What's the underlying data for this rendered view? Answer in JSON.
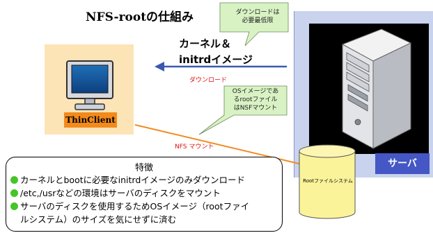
{
  "title": "NFS-rootの仕組み",
  "arrow_label": [
    "カーネル＆",
    "initrdイメージ"
  ],
  "download_label": "ダウンロード",
  "nfs_label": "NFS マウント",
  "callout_download": [
    "ダウンロードは",
    "必要最低限"
  ],
  "callout_os": [
    "OSイメージであ",
    "るrootファイル",
    "はNSFマウント"
  ],
  "client": {
    "label": "ThinClient",
    "icon": "monitor-icon"
  },
  "server": {
    "label": "サーバ",
    "icon": "server-tower-icon"
  },
  "storage": {
    "label": "Rootファイルシステム",
    "icon": "database-cylinder-icon"
  },
  "features": {
    "title": "特徴",
    "items": [
      "カーネルとbootに必要なinitrdイメージのみダウンロード",
      "/etc,/usrなどの環境はサーバのディスクをマウント",
      "サーバのディスクを使用するためOSイメージ（rootファイ",
      "ルシステム）のサイズを気にせずに済む"
    ]
  },
  "colors": {
    "client_bg": "#fde4b6",
    "client_label_bg": "#f28a1c",
    "server_bg": "#c9d3ee",
    "server_label_bg": "#4457c4",
    "download_arrow": "#3b59b0",
    "nfs_arrow": "#f28a1c",
    "callout_fill": "#d9f2c4",
    "cylinder_fill": "#fbf39a",
    "bullet": "#46c42a",
    "annotation_text": "#e01010"
  }
}
